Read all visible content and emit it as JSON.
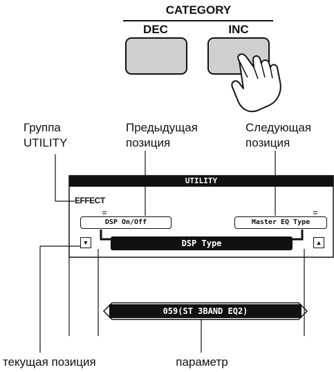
{
  "panel": {
    "category_label": "CATEGORY",
    "dec_label": "DEC",
    "inc_label": "INC"
  },
  "labels": {
    "group_line1": "Группа",
    "group_line2": "UTILITY",
    "prev_line1": "Предыдущая",
    "prev_line2": "позиция",
    "next_line1": "Следующая",
    "next_line2": "позиция",
    "current_item": "текущая позиция",
    "parameter": "параметр"
  },
  "display": {
    "title": "UTILITY",
    "group": "EFFECT",
    "prev_item": "DSP On/Off",
    "next_item": "Master EQ Type",
    "current_item": "DSP Type",
    "value": "059(ST 3BAND EQ2)",
    "down_arrow": "▼",
    "up_arrow": "▲"
  },
  "icons": {
    "hand": "hand-pointer-icon"
  }
}
